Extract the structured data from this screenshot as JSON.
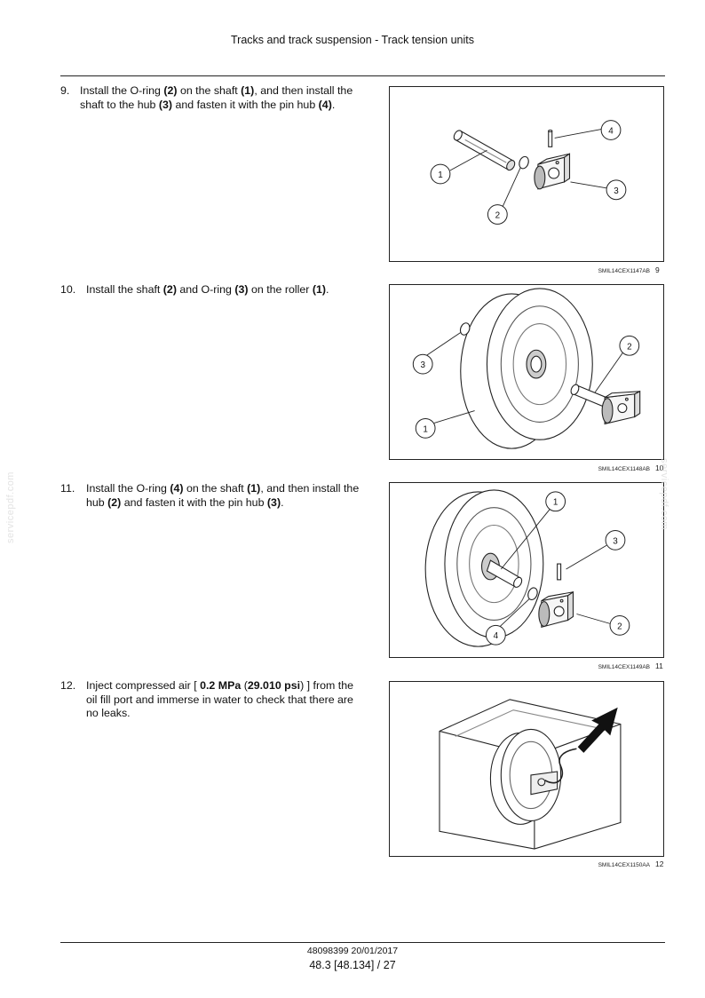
{
  "header": {
    "title": "Tracks and track suspension - Track tension units"
  },
  "steps": [
    {
      "number": "9.",
      "parts": [
        {
          "t": "Install the O-ring ",
          "b": false
        },
        {
          "t": "(2)",
          "b": true
        },
        {
          "t": " on the shaft ",
          "b": false
        },
        {
          "t": "(1)",
          "b": true
        },
        {
          "t": ", and then install the shaft to the hub ",
          "b": false
        },
        {
          "t": "(3)",
          "b": true
        },
        {
          "t": " and fasten it with the pin hub ",
          "b": false
        },
        {
          "t": "(4)",
          "b": true
        },
        {
          "t": ".",
          "b": false
        }
      ]
    },
    {
      "number": "10.",
      "parts": [
        {
          "t": "Install the shaft ",
          "b": false
        },
        {
          "t": "(2)",
          "b": true
        },
        {
          "t": " and O-ring ",
          "b": false
        },
        {
          "t": "(3)",
          "b": true
        },
        {
          "t": " on the roller ",
          "b": false
        },
        {
          "t": "(1)",
          "b": true
        },
        {
          "t": ".",
          "b": false
        }
      ]
    },
    {
      "number": "11.",
      "parts": [
        {
          "t": "Install the O-ring ",
          "b": false
        },
        {
          "t": "(4)",
          "b": true
        },
        {
          "t": " on the shaft ",
          "b": false
        },
        {
          "t": "(1)",
          "b": true
        },
        {
          "t": ", and then install the hub ",
          "b": false
        },
        {
          "t": "(2)",
          "b": true
        },
        {
          "t": " and fasten it with the pin hub ",
          "b": false
        },
        {
          "t": "(3)",
          "b": true
        },
        {
          "t": ".",
          "b": false
        }
      ]
    },
    {
      "number": "12.",
      "parts": [
        {
          "t": "Inject compressed air [ ",
          "b": false
        },
        {
          "t": "0.2 MPa",
          "b": true
        },
        {
          "t": " (",
          "b": false
        },
        {
          "t": "29.010 psi",
          "b": true
        },
        {
          "t": ") ] from the oil fill port and immerse in water to check that there are no leaks.",
          "b": false
        }
      ]
    }
  ],
  "figures": [
    {
      "code": "SMIL14CEX1147AB",
      "number": "9",
      "callouts": [
        "1",
        "2",
        "3",
        "4"
      ]
    },
    {
      "code": "SMIL14CEX1148AB",
      "number": "10",
      "callouts": [
        "1",
        "2",
        "3"
      ]
    },
    {
      "code": "SMIL14CEX1149AB",
      "number": "11",
      "callouts": [
        "1",
        "2",
        "3",
        "4"
      ]
    },
    {
      "code": "SMIL14CEX1150AA",
      "number": "12",
      "callouts": []
    }
  ],
  "watermark": {
    "text": "servicepdf.com"
  },
  "footer": {
    "doc_ref": "48098399 20/01/2017",
    "page": "48.3 [48.134] / 27"
  }
}
